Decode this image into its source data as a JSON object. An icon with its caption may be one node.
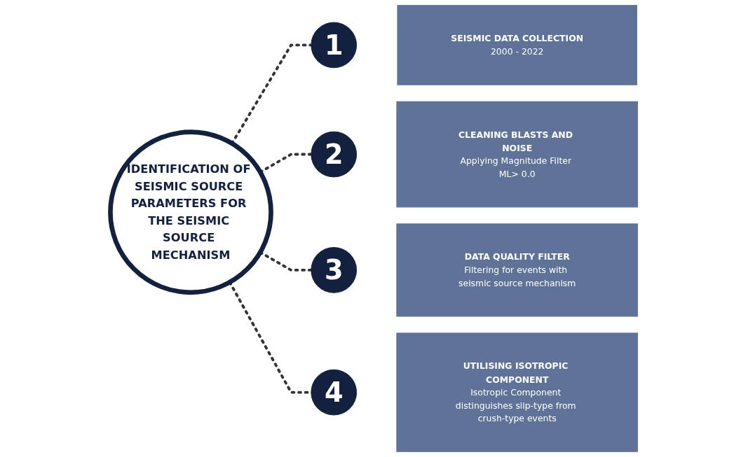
{
  "diagram": {
    "nodes": [
      {
        "text": [
          "IDENTIFICATION OF SEISMIC SOURCE PARAMETERS FOR THE SEISMIC SOURCE MECHANISM"
        ]
      },
      {
        "text": [
          "1"
        ]
      },
      {
        "text": [
          "SEISMIC DATA COLLECTION",
          "2000 - 2022"
        ]
      },
      {
        "text": [
          "2"
        ]
      },
      {
        "text": [
          "CLEANING BLASTS AND NOISE",
          "Applying Magnitude Filter ML> 0.0"
        ]
      },
      {
        "text": [
          "3"
        ]
      },
      {
        "text": [
          "DATA QUALITY FILTER",
          "Filtering for events with seismic source mechanism"
        ]
      },
      {
        "text": [
          "4"
        ]
      },
      {
        "text": [
          "UTILISING ISOTROPIC COMPONENT",
          "Isotropic Component distinguishes slip-type from crush-type events"
        ]
      }
    ],
    "edges": [
      {
        "from": 0,
        "to": 1,
        "arrow": "none",
        "style": "dashed"
      },
      {
        "from": 0,
        "to": 3,
        "arrow": "none",
        "style": "dashed"
      },
      {
        "from": 0,
        "to": 5,
        "arrow": "none",
        "style": "dashed"
      },
      {
        "from": 0,
        "to": 7,
        "arrow": "none",
        "style": "dashed"
      }
    ]
  }
}
